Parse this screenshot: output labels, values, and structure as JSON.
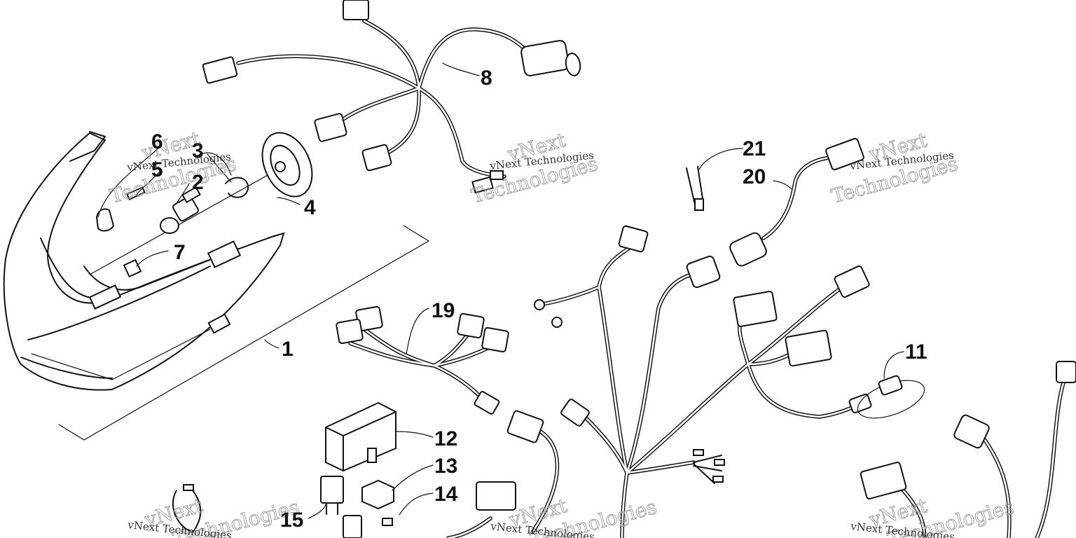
{
  "watermark": {
    "line1": "vNext",
    "line2": "Technologies",
    "small": "vNext Technologies"
  },
  "callouts": [
    "1",
    "2",
    "3",
    "4",
    "5",
    "6",
    "7",
    "8",
    "11",
    "12",
    "13",
    "14",
    "15",
    "19",
    "20",
    "21"
  ]
}
